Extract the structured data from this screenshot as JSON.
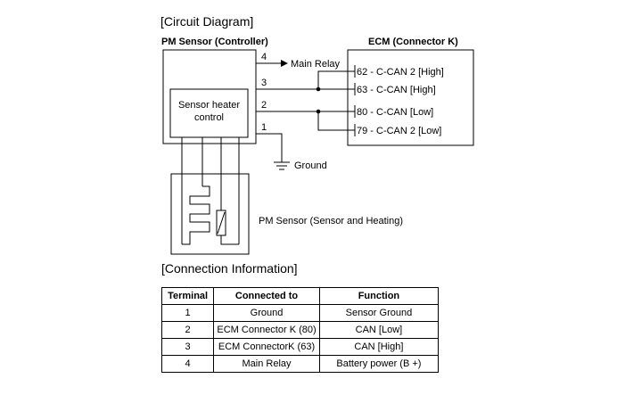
{
  "circuit_heading": "[Circuit Diagram]",
  "pm_sensor_title": "PM Sensor (Controller)",
  "ecm_title": "ECM (Connector K)",
  "heater_block_label_line1": "Sensor heater",
  "heater_block_label_line2": "control",
  "pins": [
    "4",
    "3",
    "2",
    "1"
  ],
  "main_relay_label": "Main Relay",
  "ground_label": "Ground",
  "ecm_pins": [
    "62 - C-CAN 2 [High]",
    "63 - C-CAN [High]",
    "80 - C-CAN [Low]",
    "79 - C-CAN 2 [Low]"
  ],
  "sensor_heating_label": "PM Sensor (Sensor and Heating)",
  "connection_heading": "[Connection Information]",
  "table": {
    "headers": [
      "Terminal",
      "Connected to",
      "Function"
    ],
    "rows": [
      [
        "1",
        "Ground",
        "Sensor Ground"
      ],
      [
        "2",
        "ECM Connector K (80)",
        "CAN [Low]"
      ],
      [
        "3",
        "ECM ConnectorK (63)",
        "CAN [High]"
      ],
      [
        "4",
        "Main Relay",
        "Battery power (B +)"
      ]
    ]
  }
}
